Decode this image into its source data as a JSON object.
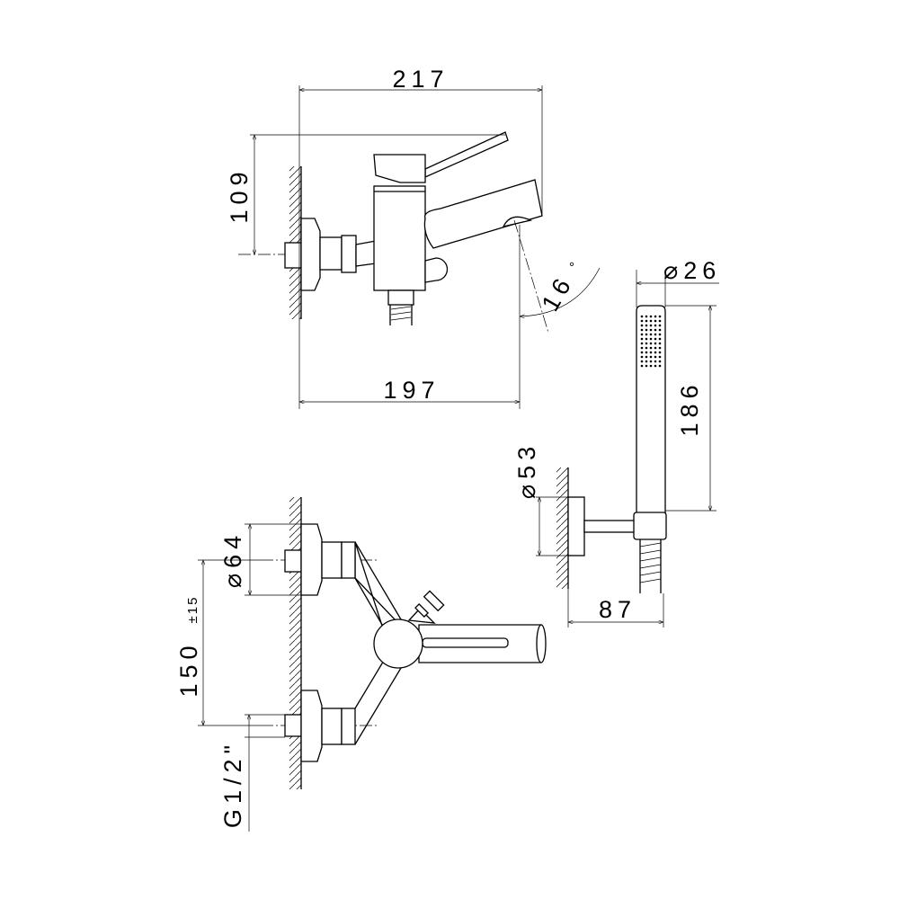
{
  "title": "Wall-mounted bath mixer with hand shower - dimensional drawing",
  "units": "mm",
  "dimensions": {
    "overall_width": "217",
    "height": "109",
    "spout_projection": "197",
    "spout_angle": "16",
    "degree_symbol": "°",
    "handshower_diameter": "⌀26",
    "handshower_length": "186",
    "holder_diameter": "⌀53",
    "holder_projection": "87",
    "escutcheon_diameter": "⌀64",
    "inlet_spacing": "150",
    "inlet_tolerance": "±15",
    "thread": "G1/2\""
  }
}
